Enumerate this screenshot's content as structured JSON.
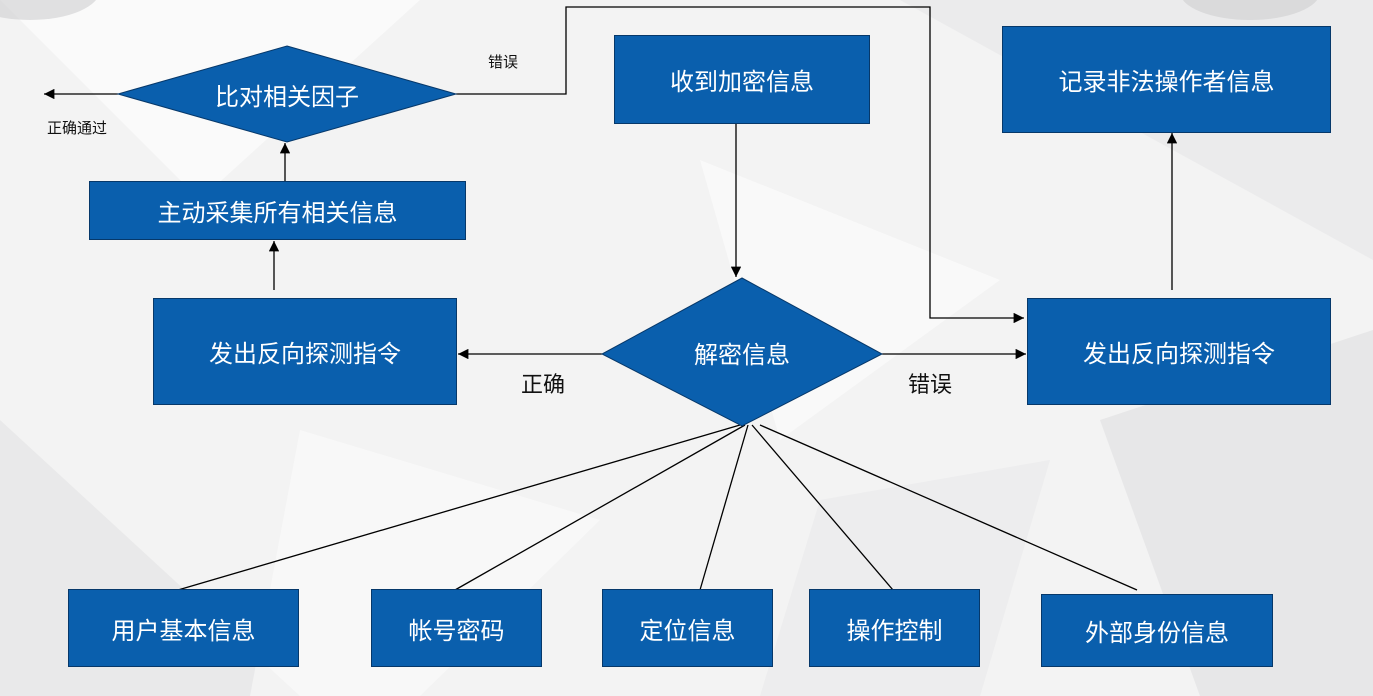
{
  "diagram": {
    "nodes": {
      "receive_encrypted": "收到加密信息",
      "decrypt": "解密信息",
      "reverse_probe_left": "发出反向探测指令",
      "reverse_probe_right": "发出反向探测指令",
      "collect_all": "主动采集所有相关信息",
      "compare_factors": "比对相关因子",
      "record_illegal": "记录非法操作者信息",
      "user_basic_info": "用户基本信息",
      "account_password": "帐号密码",
      "location_info": "定位信息",
      "operation_control": "操作控制",
      "external_identity": "外部身份信息"
    },
    "edge_labels": {
      "decrypt_correct": "正确",
      "decrypt_error": "错误",
      "compare_error": "错误",
      "compare_pass": "正确通过"
    }
  },
  "colors": {
    "node_fill": "#0a5fad",
    "node_border": "#06386a",
    "node_text": "#ffffff",
    "connector": "#000000"
  }
}
